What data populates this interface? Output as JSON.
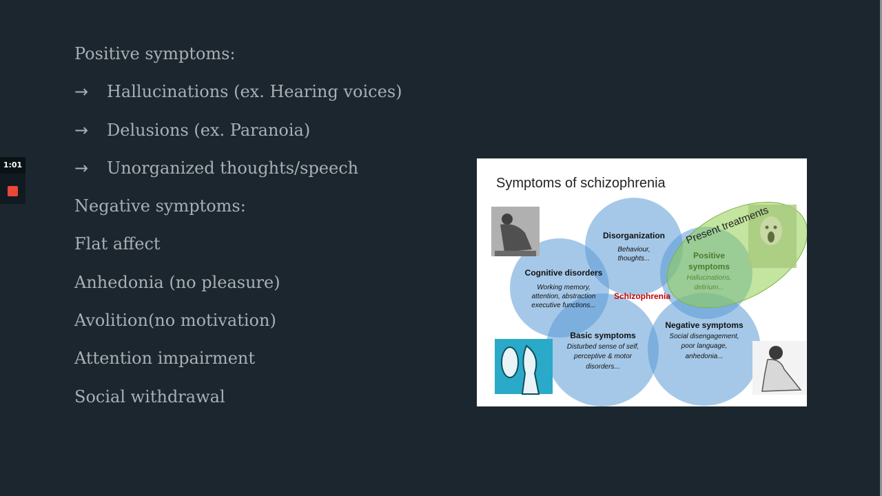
{
  "slide": {
    "items": [
      {
        "text": "Positive symptoms:",
        "arrow": ""
      },
      {
        "text": "Hallucinations (ex. Hearing voices)",
        "arrow": "→"
      },
      {
        "text": "Delusions (ex. Paranoia)",
        "arrow": "→"
      },
      {
        "text": "Unorganized thoughts/speech",
        "arrow": "→"
      },
      {
        "text": "Negative symptoms:",
        "arrow": ""
      },
      {
        "text": "Flat affect",
        "arrow": ""
      },
      {
        "text": "Anhedonia (no pleasure)",
        "arrow": ""
      },
      {
        "text": "Avolition(no motivation)",
        "arrow": ""
      },
      {
        "text": "Attention impairment",
        "arrow": ""
      },
      {
        "text": "Social withdrawal",
        "arrow": ""
      }
    ]
  },
  "recorder": {
    "time": "1:01",
    "stop_icon": "stop-square-icon",
    "stop_color": "#e9473a"
  },
  "diagram": {
    "title": "Symptoms of schizophrenia",
    "center_label": "Schizophrenia",
    "present_treatments": "Present treatments",
    "disorganization": {
      "title": "Disorganization",
      "line1": "Behaviour,",
      "line2": "thoughts..."
    },
    "cognitive": {
      "title": "Cognitive disorders",
      "line1": "Working memory,",
      "line2": "attention, abstraction",
      "line3": "executive functions..."
    },
    "positive": {
      "title1": "Positive",
      "title2": "symptoms",
      "line1": "Hallucinations,",
      "line2": "delirium..."
    },
    "basic": {
      "title": "Basic symptoms",
      "line1": "Disturbed sense of self,",
      "line2": "perceptive & motor",
      "line3": "disorders..."
    },
    "negative": {
      "title": "Negative symptoms",
      "line1": "Social disengagement,",
      "line2": "poor language,",
      "line3": "anhedonia..."
    },
    "colors": {
      "circle": "#5b9bd5",
      "ellipse": "#92d050",
      "center": "#c00000"
    }
  }
}
